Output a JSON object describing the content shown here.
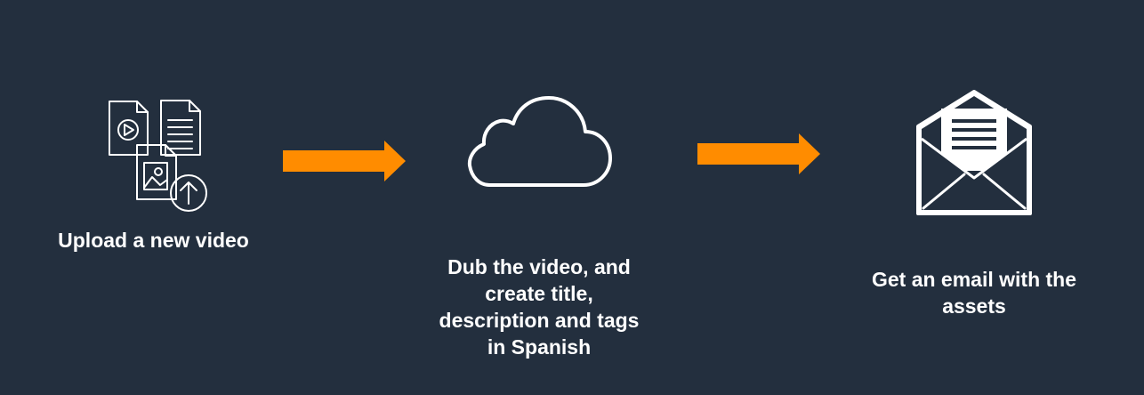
{
  "diagram": {
    "steps": [
      {
        "label": "Upload a new video",
        "icon": "upload-files-icon"
      },
      {
        "label": "Dub the video, and\ncreate title,\ndescription and tags\nin Spanish",
        "icon": "cloud-icon"
      },
      {
        "label": "Get an email with the\nassets",
        "icon": "email-envelope-icon"
      }
    ],
    "connectors": [
      {
        "icon": "arrow-right-icon",
        "color": "#ff8c00"
      },
      {
        "icon": "arrow-right-icon",
        "color": "#ff8c00"
      }
    ],
    "colors": {
      "background": "#232f3e",
      "text": "#ffffff",
      "arrow": "#ff8c00"
    }
  }
}
